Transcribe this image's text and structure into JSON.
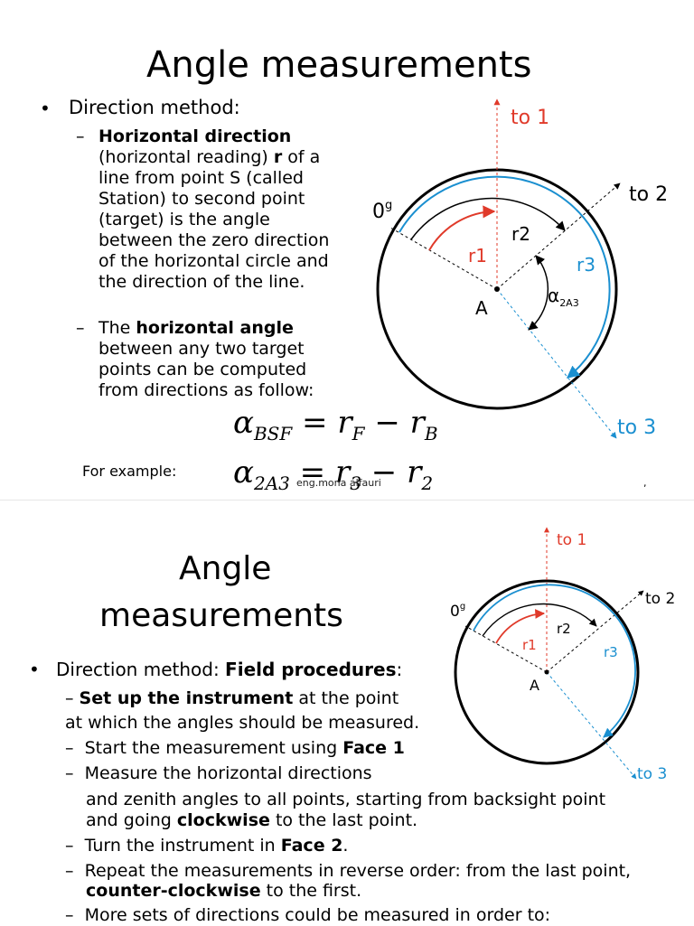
{
  "slide1": {
    "title": "Angle measurements",
    "bullet": "Direction method:",
    "sub1": {
      "heading": "Horizontal direction",
      "p1": "(horizontal reading) ",
      "r": "r",
      "p2": " of a line from point S (called Station) to second point (target) is the angle between the zero direction of the horizontal circle and the direction of the line."
    },
    "sub2": {
      "the": "The ",
      "heading": "horizontal angle",
      "rest": " between any two target points can be computed from directions as follow:"
    },
    "formula": {
      "alpha": "α",
      "alpha_sub": "BSF",
      "equals": " = ",
      "rF": "r",
      "rF_sub": "F",
      "minus": " − ",
      "rB": "r",
      "rB_sub": "B"
    },
    "example_label": "For example:",
    "example": {
      "alpha": "α",
      "alpha_sub": "2A3",
      "equals": " = ",
      "r3": "r",
      "r3_sub": "3",
      "minus": " − ",
      "r2": "r",
      "r2_sub": "2"
    },
    "watermark": "eng.mona alfauri",
    "diagram": {
      "to1": "to 1",
      "to2": "to 2",
      "to3": "to 3",
      "zero": "0",
      "zero_sup": "g",
      "r1": "r1",
      "r2": "r2",
      "r3": "r3",
      "center": "A",
      "alpha": "α",
      "alpha_sub": "2A3"
    }
  },
  "slide2": {
    "title_line1": "Angle",
    "title_line2": "measurements",
    "bullet_pre": "Direction method: ",
    "bullet_bold": "Field procedures",
    "bullet_post": ":",
    "items": {
      "setup_bold": "Set up the instrument",
      "setup_rest": " at the point",
      "setup_cont": "at which the angles should be measured.",
      "start_pre": "Start the measurement using ",
      "start_bold": "Face 1",
      "measure_l1": "Measure the horizontal directions",
      "measure_l2": "and zenith angles to all points, starting from backsight point",
      "measure_l3_pre": "and going ",
      "measure_l3_bold": "clockwise",
      "measure_l3_post": " to the last point.",
      "turn_pre": "Turn the instrument in ",
      "turn_bold": "Face 2",
      "turn_post": ".",
      "repeat_l1": "Repeat the measurements in reverse order: from the last point,",
      "repeat_l2_bold": "counter-clockwise",
      "repeat_l2_post": " to the first.",
      "more": "More sets of directions could be measured in order to:"
    },
    "diagram": {
      "to1": "to 1",
      "to2": "to 2",
      "to3": "to 3",
      "zero": "0",
      "zero_sup": "g",
      "r1": "r1",
      "r2": "r2",
      "r3": "r3",
      "center": "A"
    }
  },
  "colors": {
    "red": "#e03a2a",
    "blue": "#1a8fd0",
    "black": "#000000"
  }
}
